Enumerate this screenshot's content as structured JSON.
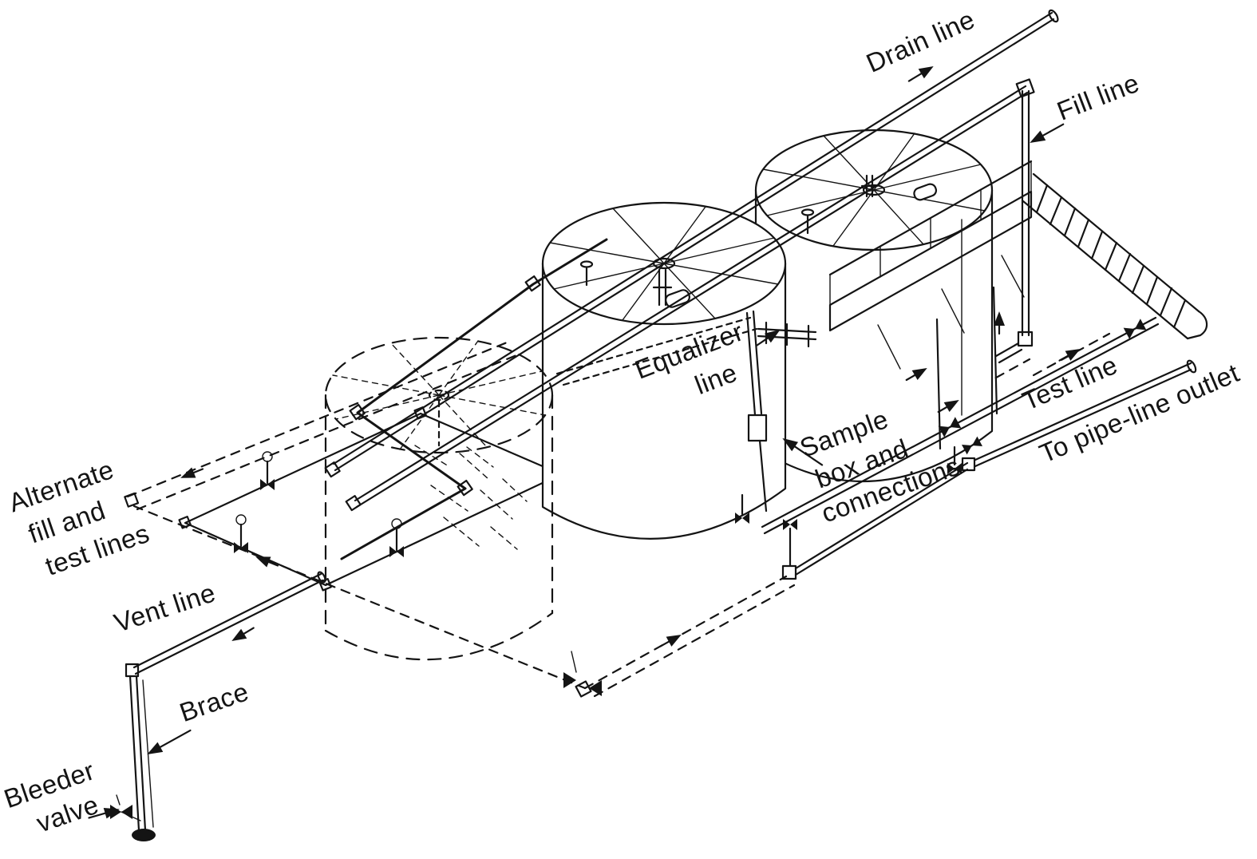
{
  "diagram": {
    "colors": {
      "ink": "#141414",
      "paper": "#ffffff"
    },
    "labels": {
      "drain_line": "Drain line",
      "fill_line": "Fill line",
      "equalizer_line": [
        "Equalizer",
        "line"
      ],
      "sample_box": [
        "Sample",
        "box and",
        "connections"
      ],
      "test_line": "Test line",
      "pipeline_outlet": "To pipe-line outlet",
      "alternate_lines": [
        "Alternate",
        "fill and",
        "test lines"
      ],
      "vent_line": "Vent line",
      "brace": "Brace",
      "bleeder_valve": [
        "Bleeder",
        "valve"
      ]
    }
  }
}
